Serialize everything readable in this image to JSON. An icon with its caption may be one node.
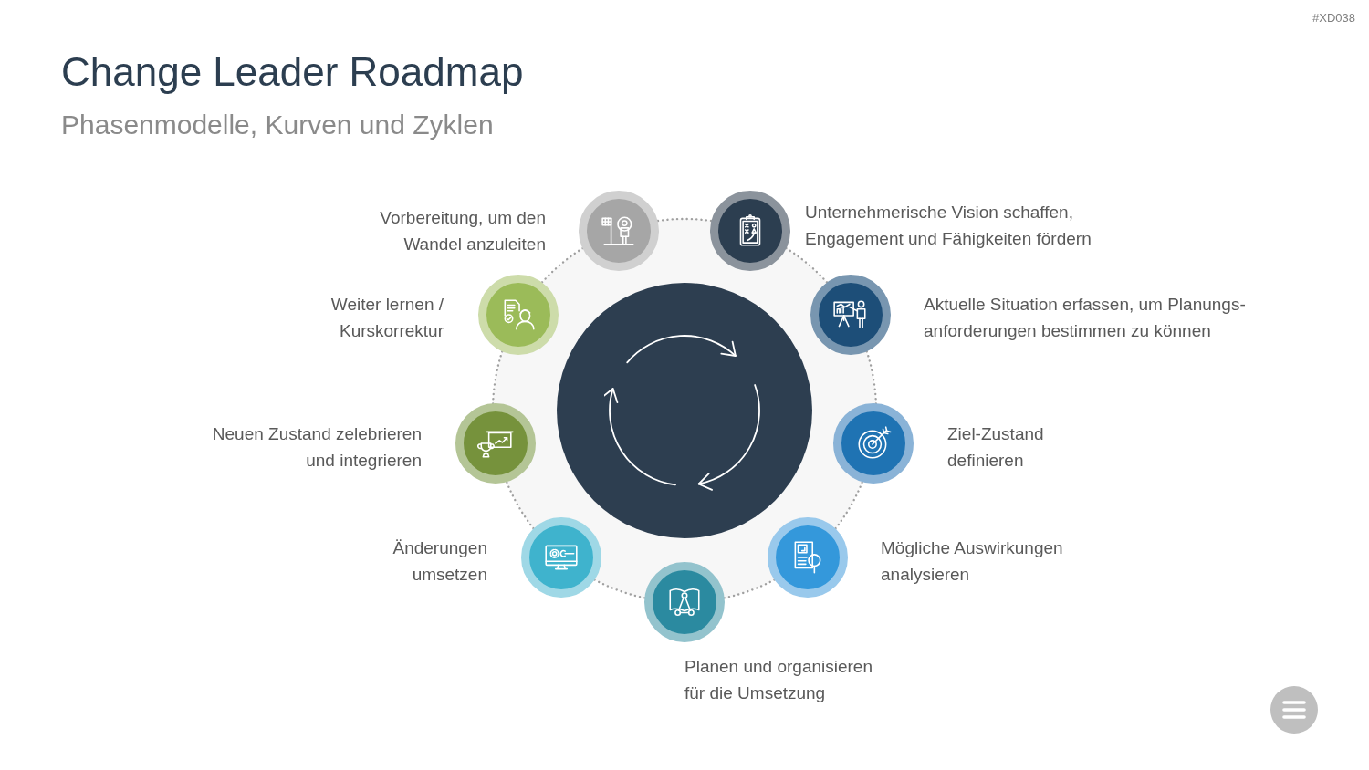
{
  "diagram": {
    "title": "Change Leader Roadmap",
    "nodes": [
      {
        "text": [],
        "shape": "circle",
        "beside": [
          "Vorbereitung, um den Wandel anzuleiten"
        ]
      },
      {
        "text": [],
        "shape": "circle",
        "beside": [
          "Unternehmerische Vision schaffen, Engagement und Fähigkeiten fördern"
        ]
      },
      {
        "text": [],
        "shape": "circle",
        "beside": [
          "Aktuelle Situation erfassen, um Planungs- anforderungen bestimmen zu können"
        ]
      },
      {
        "text": [],
        "shape": "circle",
        "beside": [
          "Ziel-Zustand definieren"
        ]
      },
      {
        "text": [],
        "shape": "circle",
        "beside": [
          "Mögliche Auswirkungen analysieren"
        ]
      },
      {
        "text": [],
        "shape": "circle",
        "beside": [
          "Planen und organisieren für die Umsetzung"
        ]
      },
      {
        "text": [],
        "shape": "circle",
        "beside": [
          "Änderungen umsetzen"
        ]
      },
      {
        "text": [],
        "shape": "circle",
        "beside": [
          "Neuen Zustand zelebrieren und integrieren"
        ]
      },
      {
        "text": [],
        "shape": "circle",
        "beside": [
          "Weiter lernen / Kurskorrektur"
        ]
      }
    ],
    "edges": [
      {
        "from": 0,
        "to": 1,
        "arrow": "none",
        "style": "dashed"
      },
      {
        "from": 1,
        "to": 2,
        "arrow": "none",
        "style": "dashed"
      },
      {
        "from": 2,
        "to": 3,
        "arrow": "none",
        "style": "dashed"
      },
      {
        "from": 3,
        "to": 4,
        "arrow": "none",
        "style": "dashed"
      },
      {
        "from": 4,
        "to": 5,
        "arrow": "none",
        "style": "dashed"
      },
      {
        "from": 5,
        "to": 6,
        "arrow": "none",
        "style": "dashed"
      },
      {
        "from": 6,
        "to": 7,
        "arrow": "none",
        "style": "dashed"
      },
      {
        "from": 7,
        "to": 8,
        "arrow": "none",
        "style": "dashed"
      },
      {
        "from": 8,
        "to": 0,
        "arrow": "none",
        "style": "dashed"
      }
    ],
    "labels": [
      "#XD038",
      "Phasenmodelle, Kurven und Zyklen"
    ]
  }
}
